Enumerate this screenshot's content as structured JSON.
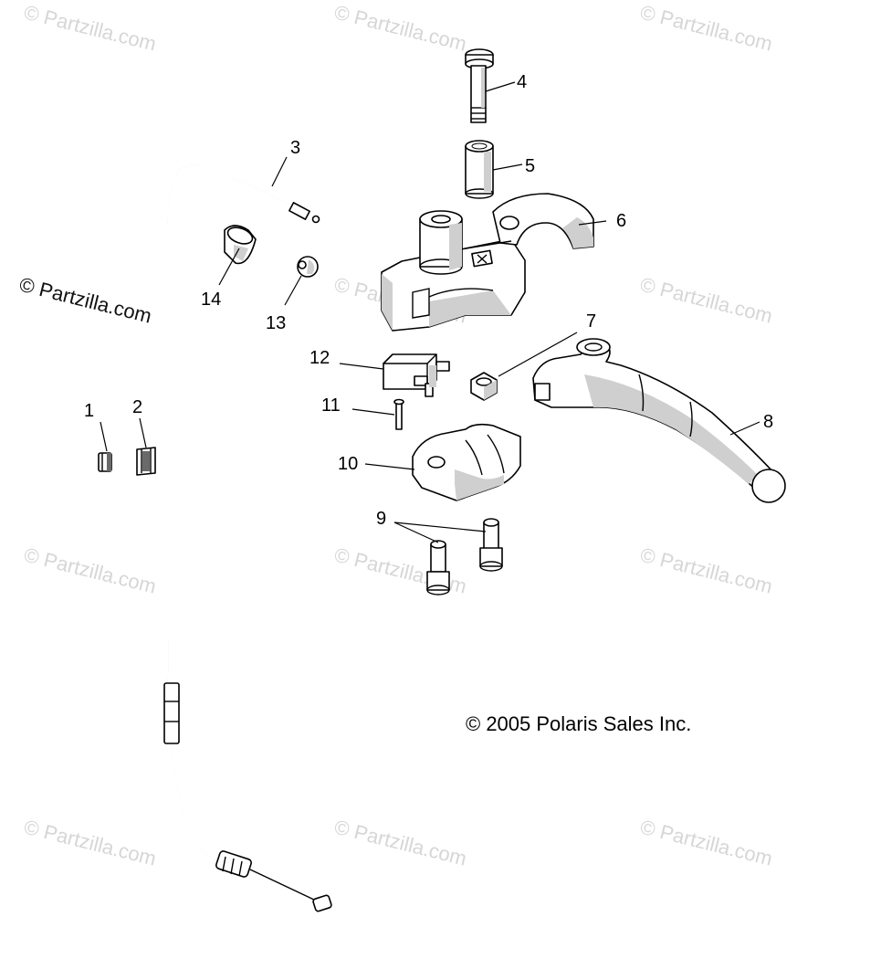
{
  "watermark": "© Partzilla.com",
  "side_watermark": "© Partzilla.com",
  "copyright": "© 2005 Polaris Sales Inc.",
  "callouts": [
    "1",
    "2",
    "3",
    "4",
    "5",
    "6",
    "7",
    "8",
    "9",
    "10",
    "11",
    "12",
    "13",
    "14"
  ],
  "parts": [
    {
      "no": "1",
      "part": "clip"
    },
    {
      "no": "2",
      "part": "clip"
    },
    {
      "no": "3",
      "part": "throttle-cable"
    },
    {
      "no": "4",
      "part": "bolt"
    },
    {
      "no": "5",
      "part": "bushing"
    },
    {
      "no": "6",
      "part": "lever-housing"
    },
    {
      "no": "7",
      "part": "nut"
    },
    {
      "no": "8",
      "part": "brake-lever"
    },
    {
      "no": "9",
      "part": "screws"
    },
    {
      "no": "10",
      "part": "clamp"
    },
    {
      "no": "11",
      "part": "screw"
    },
    {
      "no": "12",
      "part": "switch"
    },
    {
      "no": "13",
      "part": "cable-end"
    },
    {
      "no": "14",
      "part": "sleeve"
    }
  ]
}
